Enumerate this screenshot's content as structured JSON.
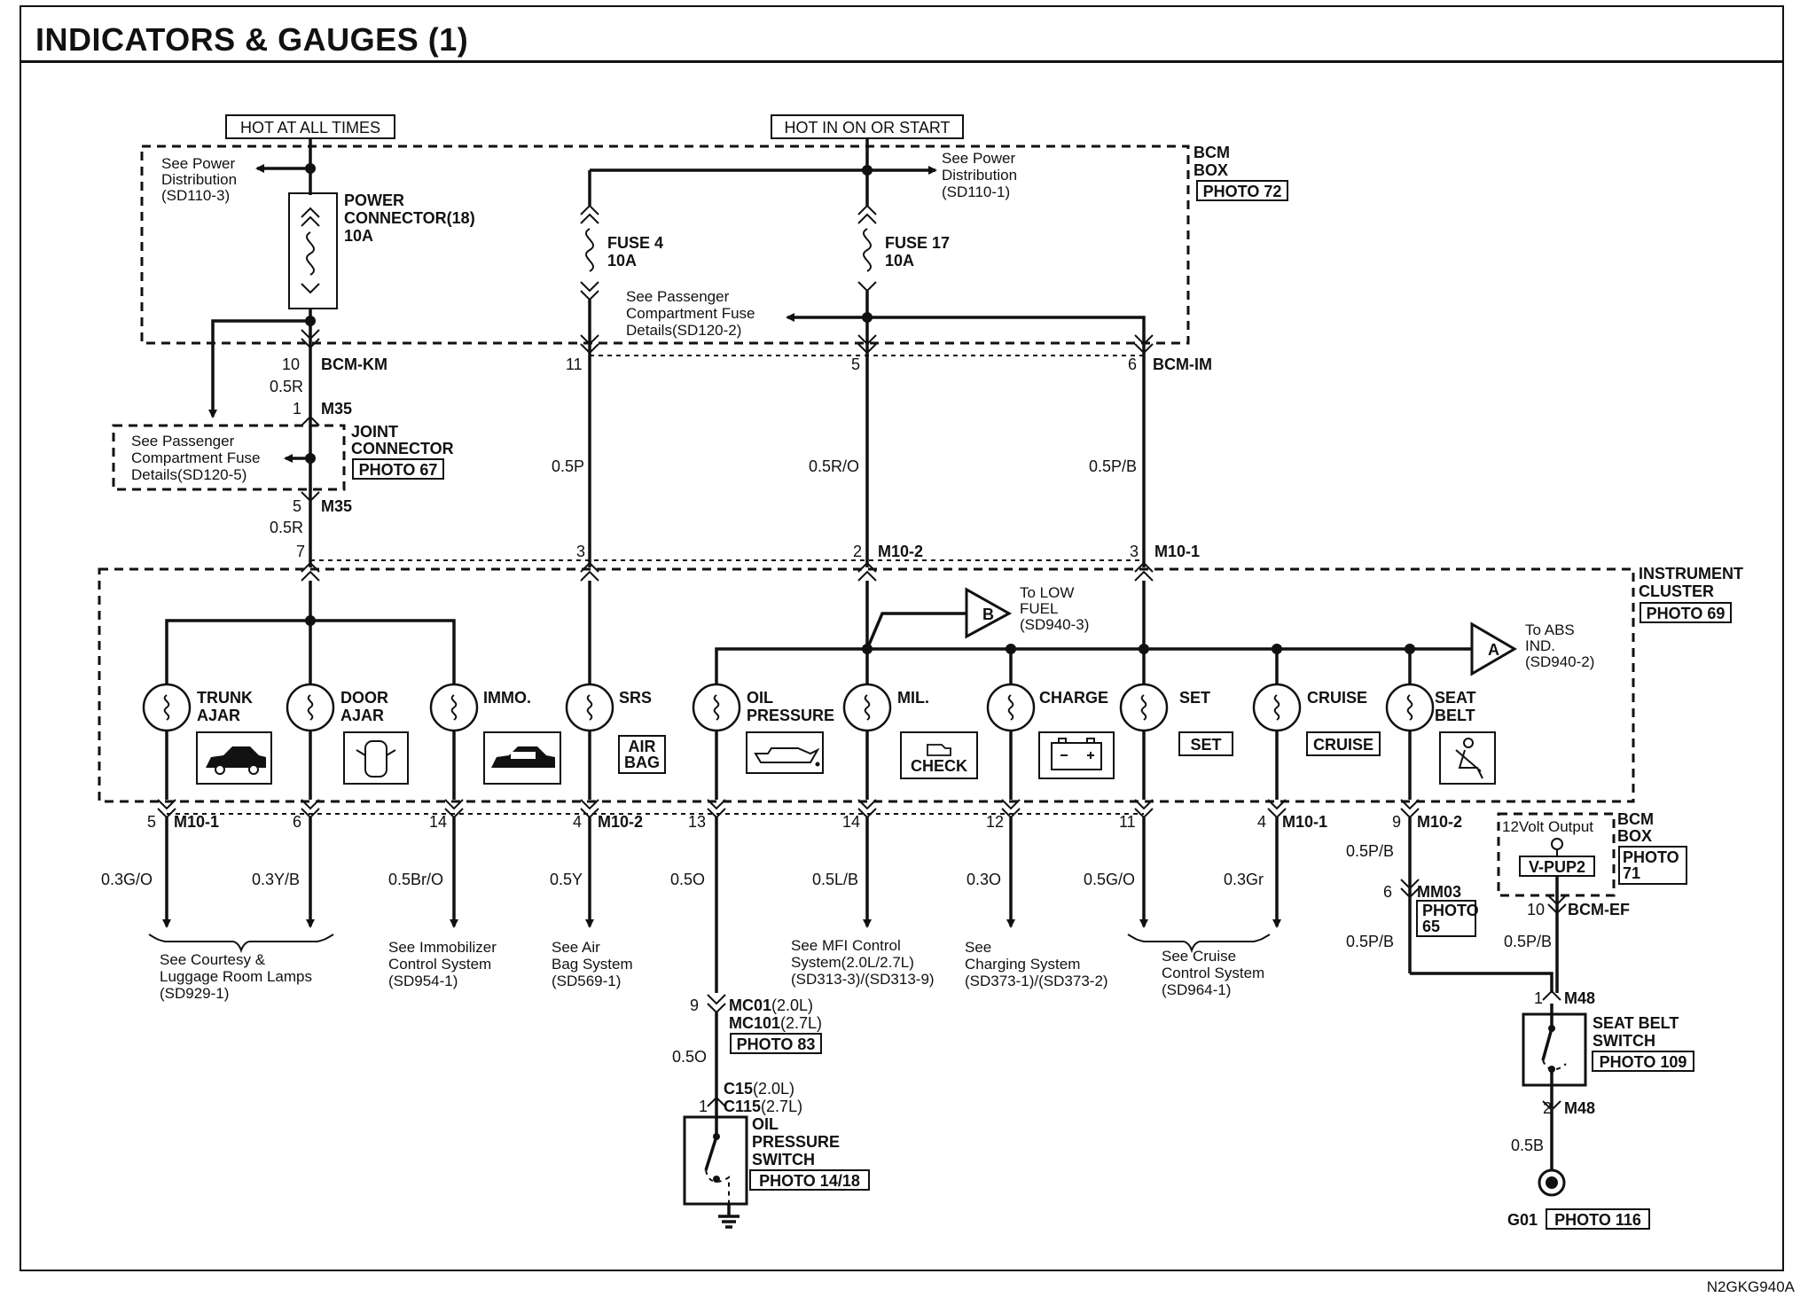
{
  "page": {
    "title": "INDICATORS & GAUGES (1)",
    "code": "N2GKG940A"
  },
  "sources": {
    "hot_all_times": "HOT AT ALL TIMES",
    "hot_on_start": "HOT IN ON OR START"
  },
  "bcm_top": {
    "line1": "BCM",
    "line2": "BOX",
    "photo": "PHOTO 72"
  },
  "refs": {
    "power_dist_left": [
      "See Power",
      "Distribution",
      "(SD110-3)"
    ],
    "power_dist_right": [
      "See Power",
      "Distribution",
      "(SD110-1)"
    ],
    "pass_fuse_top": [
      "See Passenger",
      "Compartment Fuse",
      "Details(SD120-2)"
    ],
    "pass_fuse_left": [
      "See Passenger",
      "Compartment Fuse",
      "Details(SD120-5)"
    ]
  },
  "fuses": {
    "power_connector": [
      "POWER",
      "CONNECTOR(18)",
      "10A"
    ],
    "fuse4": [
      "FUSE 4",
      "10A"
    ],
    "fuse17": [
      "FUSE 17",
      "10A"
    ]
  },
  "connectors": {
    "bcm_km": "BCM-KM",
    "bcm_im": "BCM-IM",
    "p10": "10",
    "p11": "11",
    "p5": "5",
    "p6": "6",
    "m35": "M35",
    "m35_1": "1",
    "m35_5": "5",
    "joint": [
      "JOINT",
      "CONNECTOR"
    ],
    "joint_photo": "PHOTO 67",
    "m10_2": "M10-2",
    "m10_1": "M10-1",
    "c7": "7",
    "c3": "3",
    "c2": "2",
    "c3b": "3"
  },
  "wires_top": {
    "w05r_a": "0.5R",
    "w05r_b": "0.5R",
    "w05p": "0.5P",
    "w05ro": "0.5R/O",
    "w05pb": "0.5P/B"
  },
  "cluster": {
    "line1": "INSTRUMENT",
    "line2": "CLUSTER",
    "photo": "PHOTO 69"
  },
  "offpage": {
    "b_letter": "B",
    "b_text": [
      "To LOW",
      "FUEL",
      "(SD940-3)"
    ],
    "a_letter": "A",
    "a_text": [
      "To ABS",
      "IND.",
      "(SD940-2)"
    ]
  },
  "indicators": [
    {
      "name": [
        "TRUNK",
        "AJAR"
      ]
    },
    {
      "name": [
        "DOOR",
        "AJAR"
      ]
    },
    {
      "name": [
        "IMMO."
      ]
    },
    {
      "name": [
        "SRS"
      ],
      "badge": [
        "AIR",
        "BAG"
      ]
    },
    {
      "name": [
        "OIL",
        "PRESSURE"
      ]
    },
    {
      "name": [
        "MIL."
      ],
      "badge": [
        "CHECK"
      ]
    },
    {
      "name": [
        "CHARGE"
      ]
    },
    {
      "name": [
        "SET"
      ],
      "badge": [
        "SET"
      ]
    },
    {
      "name": [
        "CRUISE"
      ],
      "badge": [
        "CRUISE"
      ]
    },
    {
      "name": [
        "SEAT",
        "BELT"
      ]
    }
  ],
  "bottom_pins": {
    "p5": "5",
    "p6": "6",
    "p14a": "14",
    "p4a": "4",
    "p13": "13",
    "p14b": "14",
    "p12": "12",
    "p11": "11",
    "p4b": "4",
    "p9": "9",
    "m10_1a": "M10-1",
    "m10_2a": "M10-2",
    "m10_1b": "M10-1",
    "m10_2b": "M10-2"
  },
  "wires_bottom": {
    "w1": "0.3G/O",
    "w2": "0.3Y/B",
    "w3": "0.5Br/O",
    "w4": "0.5Y",
    "w5": "0.5O",
    "w6": "0.5L/B",
    "w7": "0.3O",
    "w8": "0.5G/O",
    "w9": "0.3Gr",
    "w10": "0.5P/B",
    "w11": "0.5P/B",
    "w12": "0.5P/B",
    "w13": "0.5O",
    "w14": "0.5B"
  },
  "bottom_refs": {
    "courtesy": [
      "See Courtesy &",
      "Luggage Room Lamps",
      "(SD929-1)"
    ],
    "immobilizer": [
      "See Immobilizer",
      "Control System",
      "(SD954-1)"
    ],
    "airbag": [
      "See Air",
      "Bag System",
      "(SD569-1)"
    ],
    "mfi": [
      "See MFI Control",
      "System(2.0L/2.7L)",
      "(SD313-3)/(SD313-9)"
    ],
    "charging": [
      "See",
      "Charging System",
      "(SD373-1)/(SD373-2)"
    ],
    "cruise": [
      "See Cruise",
      "Control System",
      "(SD964-1)"
    ]
  },
  "oil_switch": {
    "pin9": "9",
    "mc01": "MC01",
    "mc01_spec": "(2.0L)",
    "mc101": "MC101",
    "mc101_spec": "(2.7L)",
    "photo83": "PHOTO 83",
    "pin1": "1",
    "c15": "C15",
    "c15_spec": "(2.0L)",
    "c115": "C115",
    "c115_spec": "(2.7L)",
    "name": [
      "OIL",
      "PRESSURE",
      "SWITCH"
    ],
    "photo": "PHOTO 14/18"
  },
  "seat_switch": {
    "bcm_output": "12Volt Output",
    "vpup": "V-PUP2",
    "bcm": [
      "BCM",
      "BOX"
    ],
    "bcm_photo": [
      "PHOTO",
      "71"
    ],
    "mm03_pin": "6",
    "mm03": "MM03",
    "mm03_photo": [
      "PHOTO",
      "65"
    ],
    "bcm_ef_pin": "10",
    "bcm_ef": "BCM-EF",
    "m48_1": "1",
    "m48": "M48",
    "m48_2": "2",
    "m48b": "M48",
    "name": [
      "SEAT BELT",
      "SWITCH"
    ],
    "photo": "PHOTO 109",
    "ground": "G01",
    "ground_photo": "PHOTO 116"
  }
}
